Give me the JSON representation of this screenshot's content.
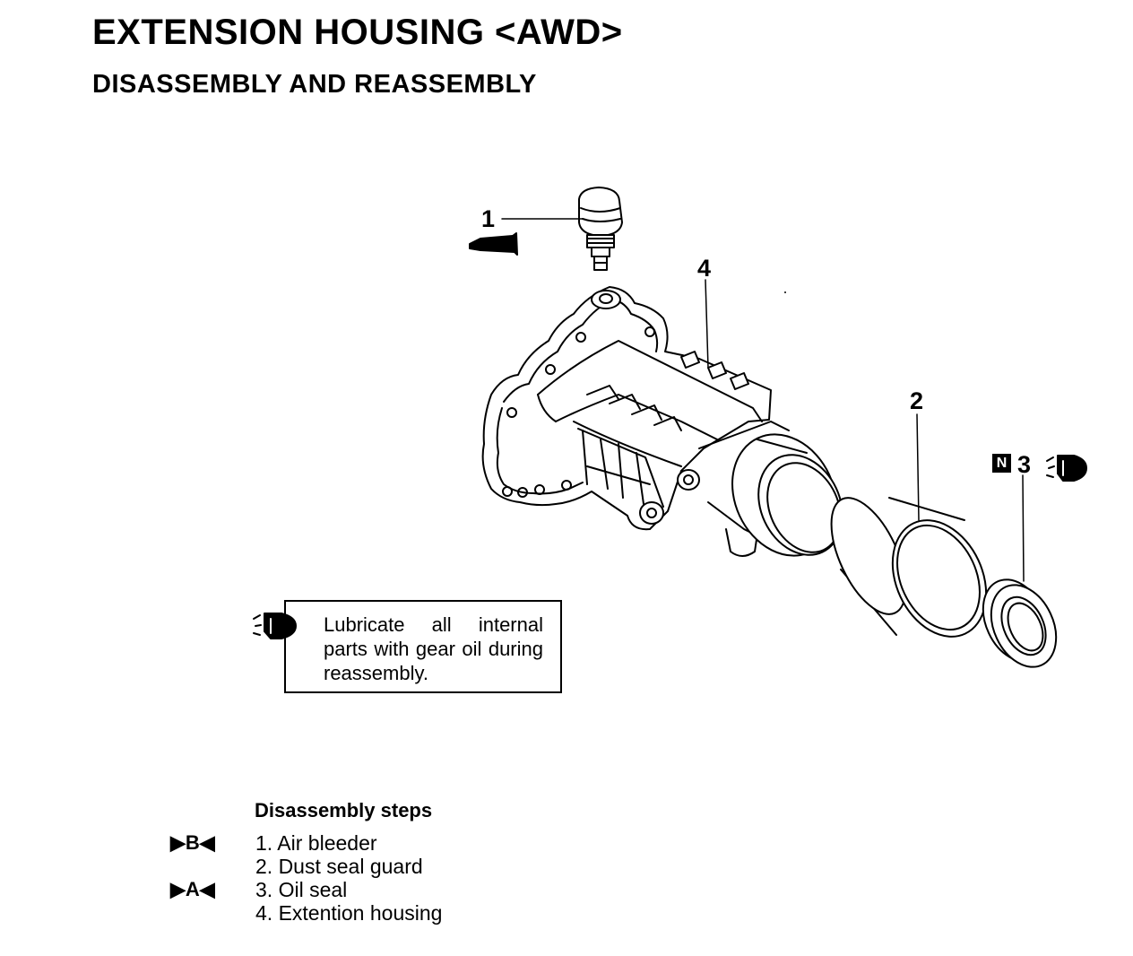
{
  "document": {
    "title": "EXTENSION HOUSING <AWD>",
    "subtitle": "DISASSEMBLY AND REASSEMBLY"
  },
  "callouts": {
    "c1": "1",
    "c2": "2",
    "c3": "3",
    "c4": "4",
    "new_part_badge": "N"
  },
  "note": {
    "text": "Lubricate all internal parts with gear oil during reassembly.",
    "icon": "oil-can-icon"
  },
  "steps": {
    "heading": "Disassembly steps",
    "items": [
      {
        "mark": "▶B◀",
        "text": "1. Air bleeder"
      },
      {
        "mark": "",
        "text": "2. Dust seal guard"
      },
      {
        "mark": "▶A◀",
        "text": "3. Oil seal"
      },
      {
        "mark": "",
        "text": "4. Extention housing"
      }
    ]
  },
  "icons": {
    "sealant": "sealant-tube-icon",
    "oil": "oil-can-icon"
  }
}
